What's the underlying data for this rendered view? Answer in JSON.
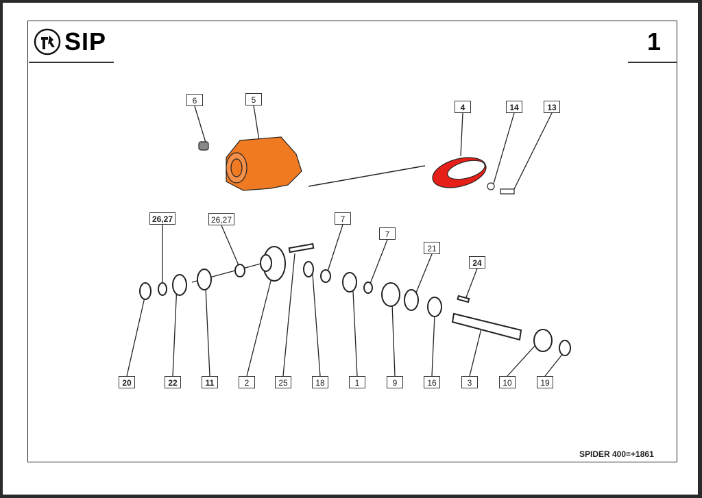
{
  "header": {
    "brand": "SIP",
    "page_number": "1"
  },
  "footer": {
    "model": "SPIDER 400=+1861"
  },
  "colors": {
    "housing": "#f07a22",
    "highlight": "#e62019"
  },
  "callouts": {
    "top": [
      "6",
      "5",
      "4",
      "14",
      "13"
    ],
    "middle": [
      "26,27",
      "26,27",
      "7",
      "7",
      "21",
      "24"
    ],
    "bottom": [
      "20",
      "22",
      "11",
      "2",
      "25",
      "18",
      "1",
      "9",
      "16",
      "3",
      "10",
      "19"
    ]
  }
}
